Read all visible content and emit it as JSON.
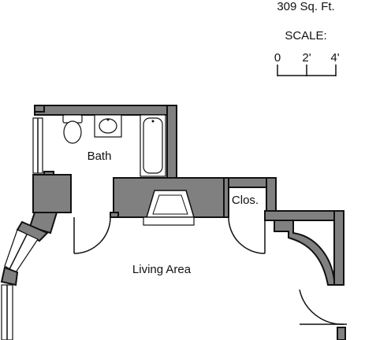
{
  "area_text": "309 Sq. Ft.",
  "scale": {
    "label": "SCALE:",
    "ticks": [
      "0",
      "2'",
      "4'"
    ]
  },
  "rooms": {
    "bath": "Bath",
    "closet": "Clos.",
    "living": "Living Area"
  },
  "colors": {
    "wall_fill": "#808080",
    "line": "#111111",
    "background": "#ffffff"
  }
}
